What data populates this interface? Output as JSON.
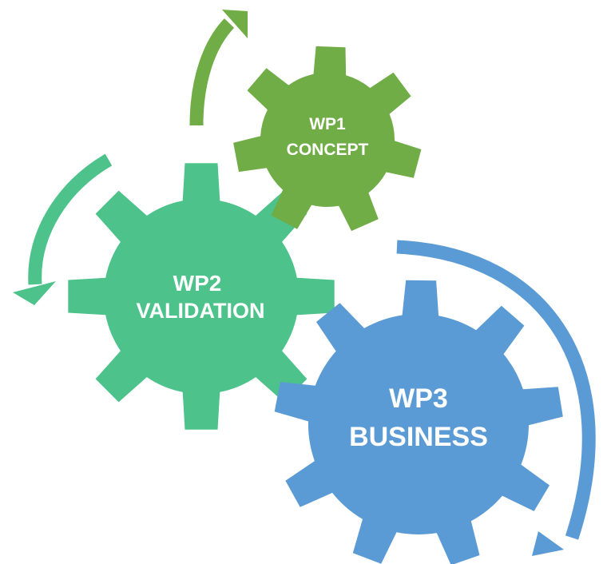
{
  "gears": [
    {
      "id": "wp1",
      "line1": "WP1",
      "line2": "CONCEPT",
      "color": "#70AD47"
    },
    {
      "id": "wp2",
      "line1": "WP2",
      "line2": "VALIDATION",
      "color": "#4DC38B"
    },
    {
      "id": "wp3",
      "line1": "WP3",
      "line2": "BUSINESS",
      "color": "#5B9BD5"
    }
  ],
  "arrows": [
    {
      "id": "wp1-cycle",
      "color": "#70AD47",
      "direction": "clockwise"
    },
    {
      "id": "wp2-cycle",
      "color": "#4DC38B",
      "direction": "counter-clockwise"
    },
    {
      "id": "wp3-cycle",
      "color": "#5B9BD5",
      "direction": "clockwise"
    }
  ]
}
